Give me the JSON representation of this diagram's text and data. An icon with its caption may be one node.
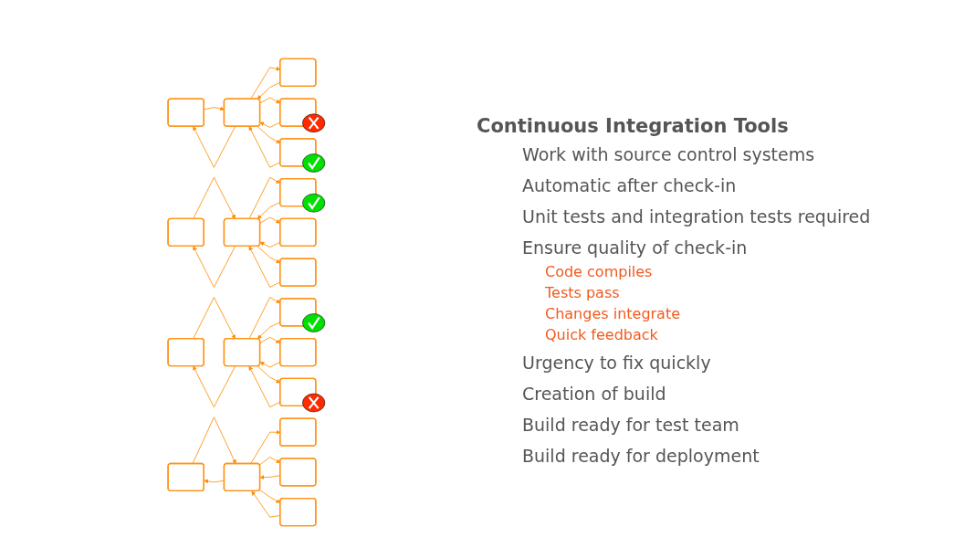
{
  "diagram": {
    "title": "Continuous Integration Tools",
    "nodes": [
      {
        "text": [],
        "shape": "box"
      },
      {
        "text": [],
        "shape": "box"
      },
      {
        "text": [],
        "shape": "box"
      },
      {
        "text": [],
        "shape": "box"
      },
      {
        "text": [],
        "shape": "box"
      },
      {
        "text": [],
        "shape": "box"
      },
      {
        "text": [],
        "shape": "box"
      },
      {
        "text": [],
        "shape": "box"
      },
      {
        "text": [],
        "shape": "box"
      },
      {
        "text": [],
        "shape": "box"
      },
      {
        "text": [],
        "shape": "box"
      },
      {
        "text": [],
        "shape": "box"
      },
      {
        "text": [],
        "shape": "box"
      },
      {
        "text": [],
        "shape": "box"
      },
      {
        "text": [],
        "shape": "box"
      },
      {
        "text": [],
        "shape": "box"
      },
      {
        "text": [],
        "shape": "box"
      },
      {
        "text": [],
        "shape": "box"
      },
      {
        "text": [],
        "shape": "box"
      },
      {
        "text": [],
        "shape": "box"
      }
    ],
    "edges": [
      {
        "from": 1,
        "to": 0,
        "arrow": "to"
      },
      {
        "from": 0,
        "to": 1,
        "arrow": "to"
      },
      {
        "from": 1,
        "to": 2,
        "arrow": "to"
      },
      {
        "from": 2,
        "to": 1,
        "arrow": "to"
      },
      {
        "from": 1,
        "to": 3,
        "arrow": "to"
      },
      {
        "from": 3,
        "to": 1,
        "arrow": "to"
      },
      {
        "from": 1,
        "to": 4,
        "arrow": "to"
      },
      {
        "from": 4,
        "to": 1,
        "arrow": "to"
      },
      {
        "from": 6,
        "to": 5,
        "arrow": "to"
      },
      {
        "from": 5,
        "to": 6,
        "arrow": "to"
      },
      {
        "from": 6,
        "to": 7,
        "arrow": "to"
      },
      {
        "from": 7,
        "to": 6,
        "arrow": "to"
      },
      {
        "from": 6,
        "to": 8,
        "arrow": "to"
      },
      {
        "from": 8,
        "to": 6,
        "arrow": "to"
      },
      {
        "from": 6,
        "to": 9,
        "arrow": "to"
      },
      {
        "from": 9,
        "to": 6,
        "arrow": "to"
      },
      {
        "from": 11,
        "to": 10,
        "arrow": "to"
      },
      {
        "from": 10,
        "to": 11,
        "arrow": "to"
      },
      {
        "from": 11,
        "to": 12,
        "arrow": "to"
      },
      {
        "from": 12,
        "to": 11,
        "arrow": "to"
      },
      {
        "from": 11,
        "to": 13,
        "arrow": "to"
      },
      {
        "from": 13,
        "to": 11,
        "arrow": "to"
      },
      {
        "from": 11,
        "to": 14,
        "arrow": "to"
      },
      {
        "from": 14,
        "to": 11,
        "arrow": "to"
      },
      {
        "from": 16,
        "to": 15,
        "arrow": "to"
      },
      {
        "from": 15,
        "to": 16,
        "arrow": "to"
      },
      {
        "from": 16,
        "to": 17,
        "arrow": "to"
      },
      {
        "from": 16,
        "to": 18,
        "arrow": "to"
      },
      {
        "from": 18,
        "to": 16,
        "arrow": "to"
      },
      {
        "from": 16,
        "to": 19,
        "arrow": "to"
      },
      {
        "from": 19,
        "to": 16,
        "arrow": "to"
      }
    ],
    "labels": [
      "Work with source control systems",
      "Automatic after check-in",
      "Unit tests and integration tests required",
      "Ensure quality of check-in",
      "Code compiles",
      "Tests pass",
      "Changes integrate",
      "Quick feedback",
      "Urgency to fix quickly",
      "Creation of build",
      "Build ready for test team",
      "Build ready for deployment"
    ]
  }
}
